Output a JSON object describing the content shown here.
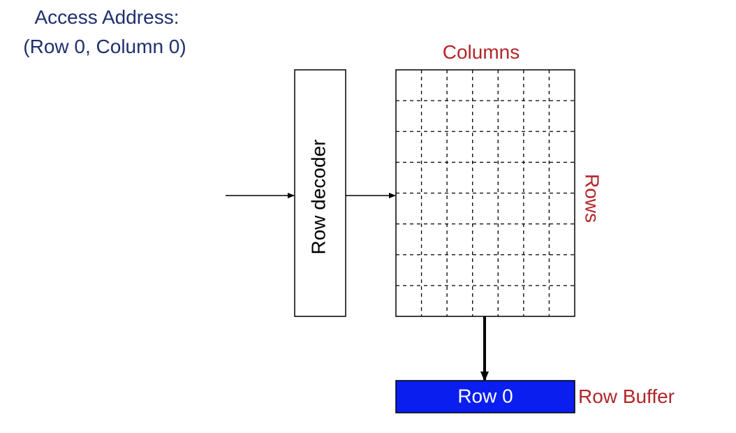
{
  "access_address": {
    "line1": "Access Address:",
    "line2": "(Row 0, Column 0)"
  },
  "row_decoder": {
    "label": "Row decoder"
  },
  "array": {
    "columns_label": "Columns",
    "rows_label": "Rows",
    "row_count": 8,
    "column_count": 7
  },
  "row_buffer": {
    "value": "Row 0",
    "label": "Row Buffer"
  },
  "colors": {
    "address_text": "#1f2f6e",
    "annotation_text": "#b3262a",
    "row_buffer_fill": "#0a1ef0",
    "row_buffer_text": "#ffffff",
    "stroke": "#000000"
  }
}
